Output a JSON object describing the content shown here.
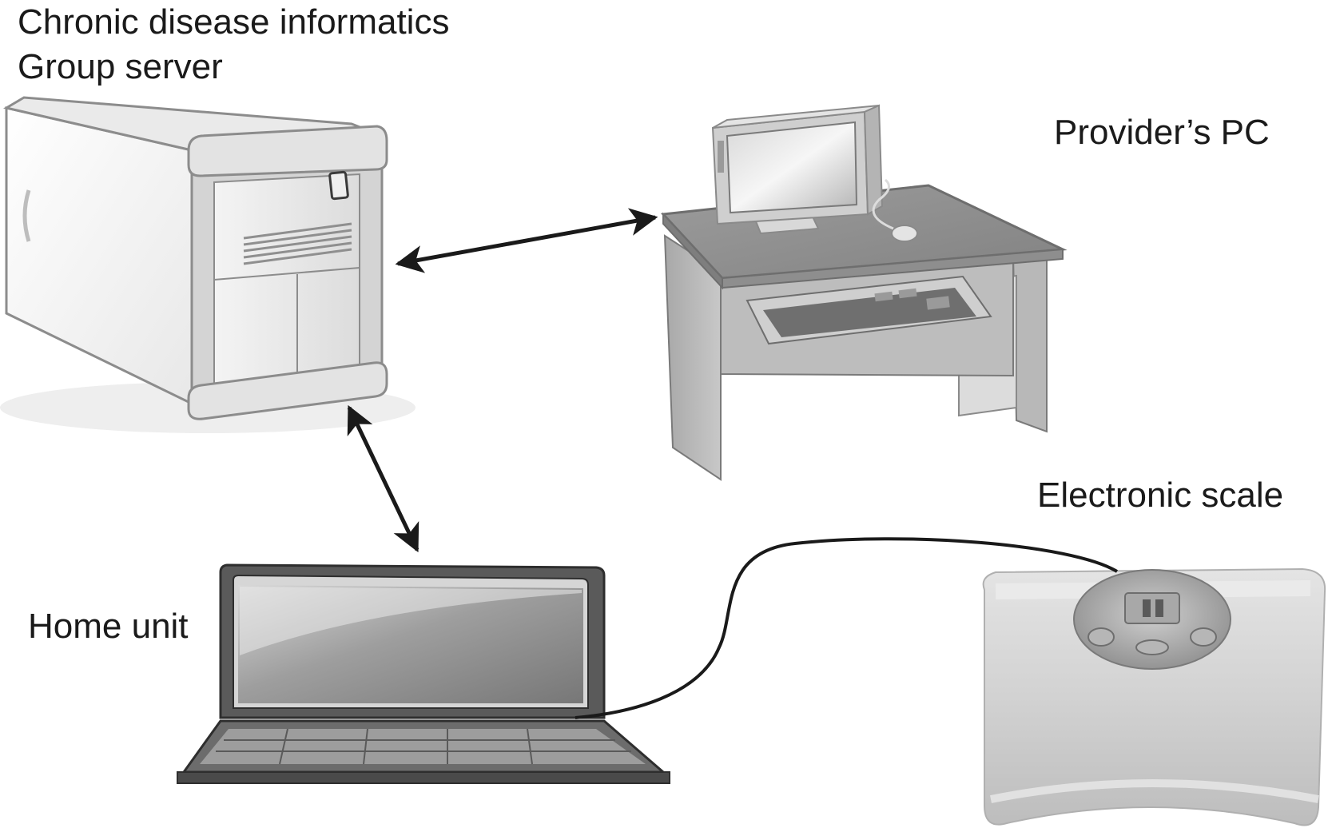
{
  "labels": {
    "server_line1": "Chronic disease informatics",
    "server_line2": "Group server",
    "provider_pc": "Provider’s PC",
    "electronic_scale": "Electronic scale",
    "home_unit": "Home unit"
  },
  "nodes": [
    {
      "id": "server",
      "icon": "server-tower-icon"
    },
    {
      "id": "provider_pc",
      "icon": "desktop-computer-desk-icon"
    },
    {
      "id": "home_unit",
      "icon": "laptop-icon"
    },
    {
      "id": "electronic_scale",
      "icon": "bathroom-scale-icon"
    }
  ],
  "edges": [
    {
      "from": "server",
      "to": "provider_pc",
      "type": "bidirectional-arrow"
    },
    {
      "from": "server",
      "to": "home_unit",
      "type": "bidirectional-arrow"
    },
    {
      "from": "home_unit",
      "to": "electronic_scale",
      "type": "cable"
    }
  ],
  "colors": {
    "ink": "#1a1a1a",
    "device_gray": "#9a9a9a",
    "light_gray": "#e6e6e6"
  }
}
